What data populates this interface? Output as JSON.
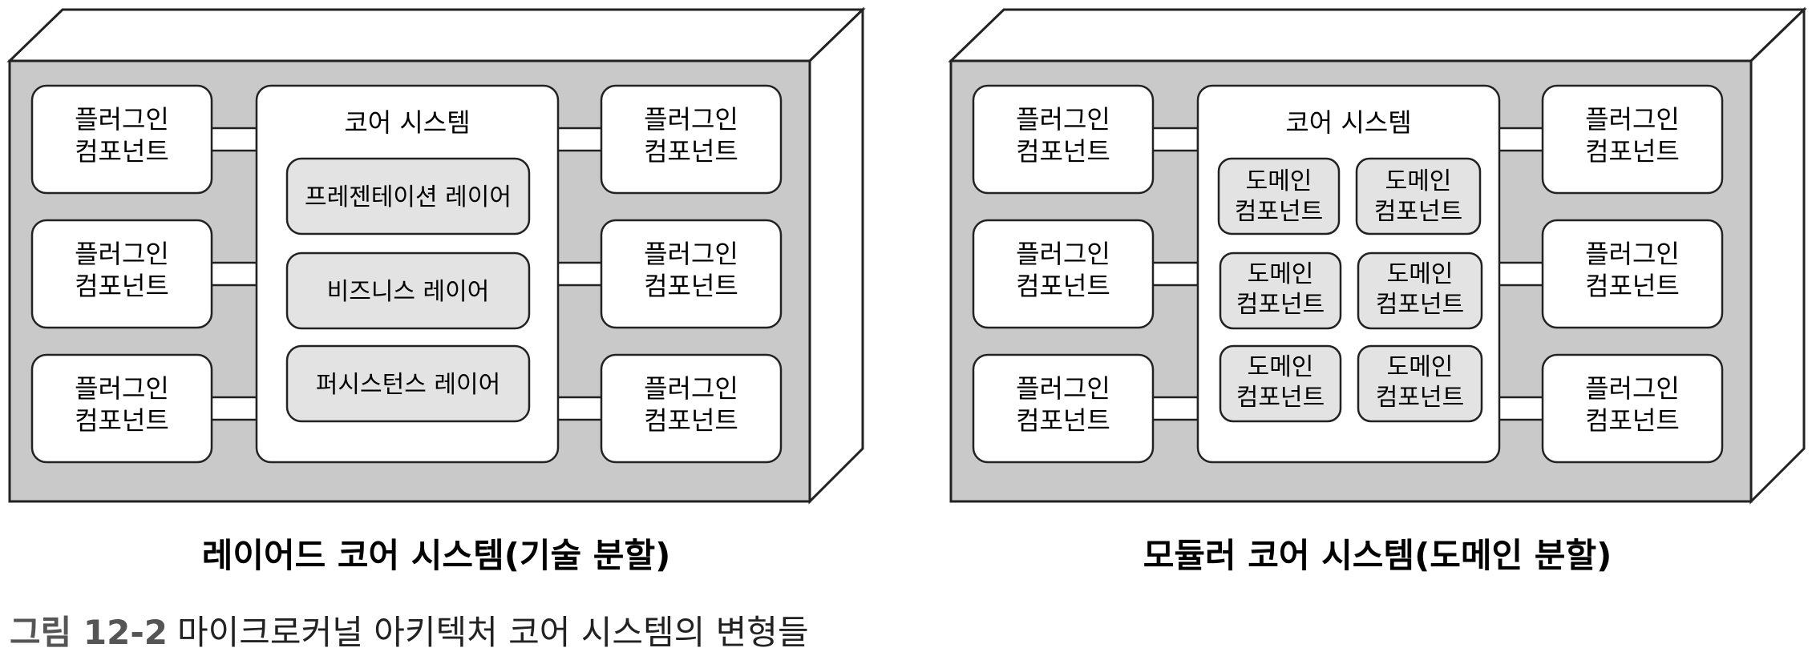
{
  "diagrams": [
    {
      "caption": "레이어드 코어 시스템(기술 분할)",
      "core": {
        "title": "코어 시스템",
        "items": [
          "프레젠테이션 레이어",
          "비즈니스 레이어",
          "퍼시스턴스 레이어"
        ]
      },
      "plugins": [
        "플러그인 컴포넌트",
        "플러그인 컴포넌트",
        "플러그인 컴포넌트",
        "플러그인 컴포넌트",
        "플러그인 컴포넌트",
        "플러그인 컴포넌트"
      ]
    },
    {
      "caption": "모듈러 코어 시스템(도메인 분할)",
      "core": {
        "title": "코어 시스템",
        "items": [
          "도메인 컴포넌트",
          "도메인 컴포넌트",
          "도메인 컴포넌트",
          "도메인 컴포넌트",
          "도메인 컴포넌트",
          "도메인 컴포넌트"
        ]
      },
      "plugins": [
        "플러그인 컴포넌트",
        "플러그인 컴포넌트",
        "플러그인 컴포넌트",
        "플러그인 컴포넌트",
        "플러그인 컴포넌트",
        "플러그인 컴포넌트"
      ]
    }
  ],
  "figure": {
    "label": "그림 12-2",
    "text": "마이크로커널 아키텍처 코어 시스템의 변형들"
  }
}
